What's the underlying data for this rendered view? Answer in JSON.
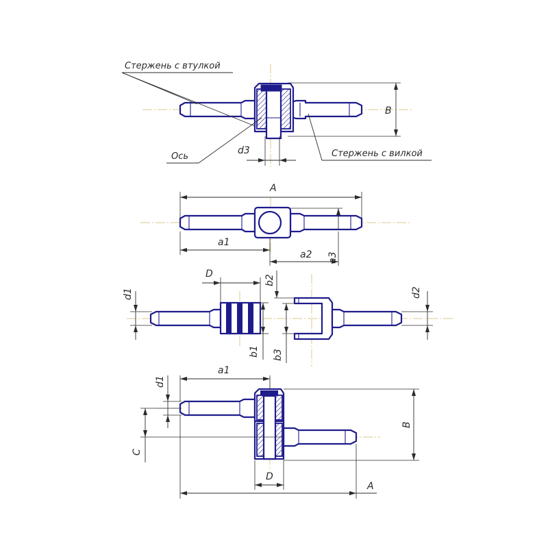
{
  "colors": {
    "outline": "#1e1b8c",
    "centerline": "#d8c98a",
    "dimension": "#2b2b2b",
    "background": "#ffffff"
  },
  "callouts": {
    "rod_with_sleeve": "Стержень с втулкой",
    "axle": "Ось",
    "rod_with_fork": "Стержень с вилкой"
  },
  "dimensions": {
    "A": "A",
    "B": "B",
    "C": "C",
    "D": "D",
    "a1": "a1",
    "a2": "a2",
    "a3": "a3",
    "b1": "b1",
    "b2": "b2",
    "b3": "b3",
    "d1": "d1",
    "d2": "d2",
    "d3": "d3"
  }
}
